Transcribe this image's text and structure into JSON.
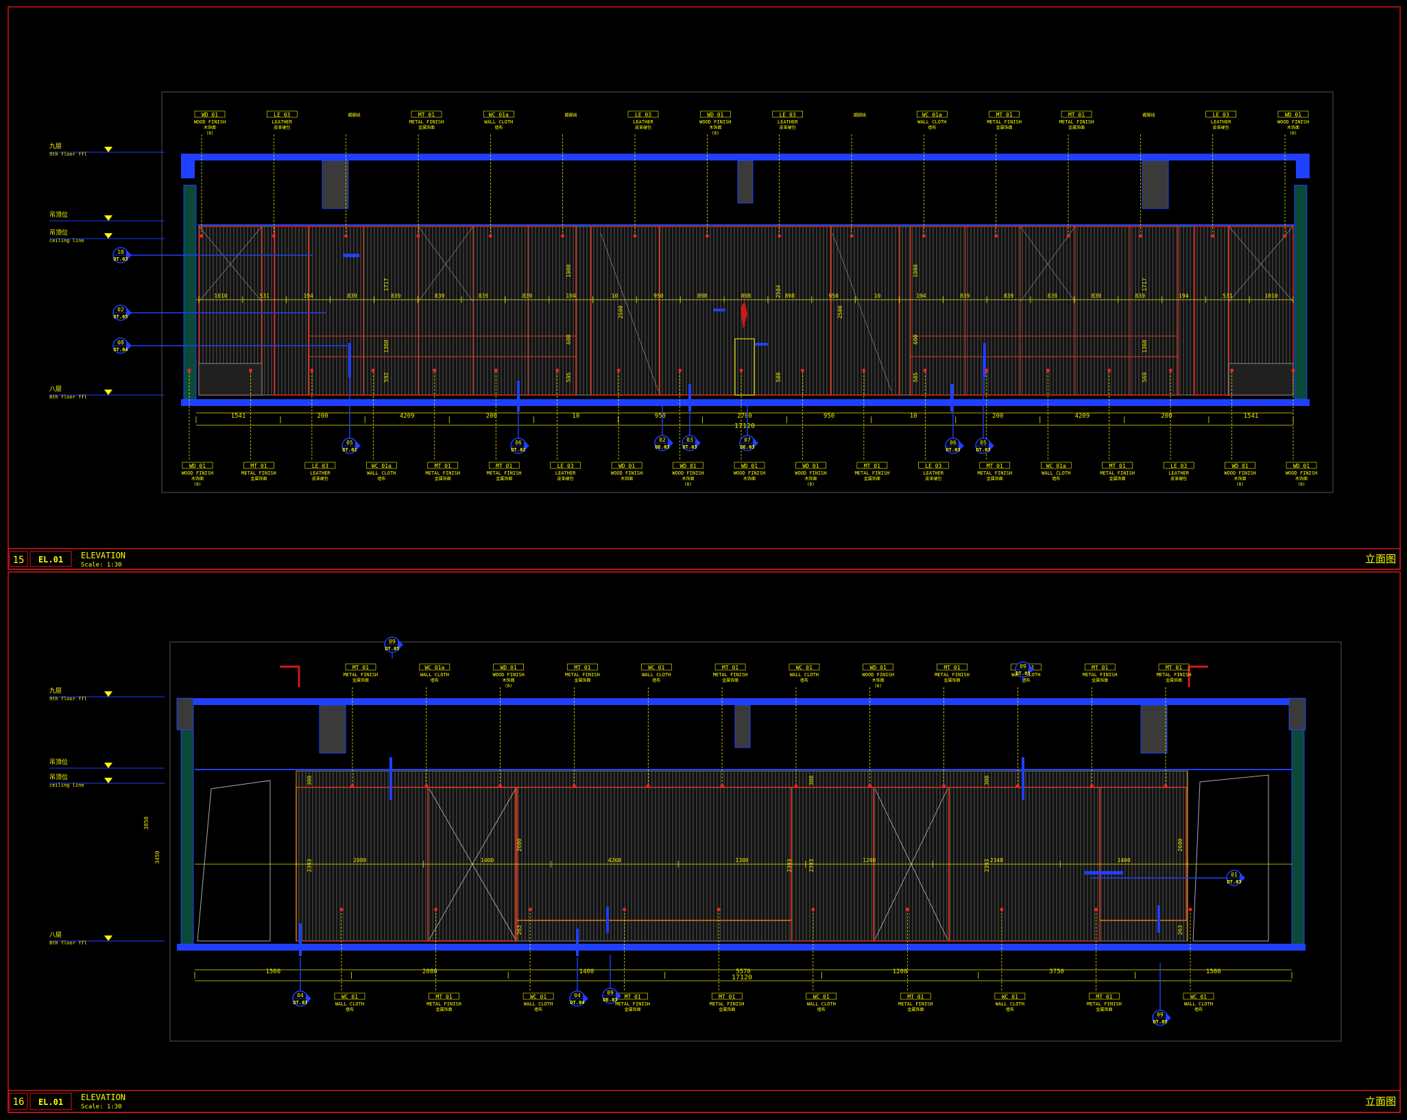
{
  "colors": {
    "background": "#000000",
    "frame": "#d01818",
    "wall": "#2040ff",
    "dimension": "#e8e800",
    "callout": "#ffff00",
    "panel": "#e03a1a",
    "hatch": "#7a7a7a",
    "column": "#3a3a3a",
    "white_line": "#d8d8d8",
    "green": "#0b4a3a"
  },
  "drawing1": {
    "number": "15",
    "code": "EL.01",
    "title": "ELEVATION",
    "scale": "Scale: 1:30",
    "title_cn": "立面图",
    "levels": [
      {
        "cn": "九层",
        "en": "9th floor ffl"
      },
      {
        "cn": "吊顶位",
        "en": ""
      },
      {
        "cn": "吊顶位",
        "en": "ceiling line"
      },
      {
        "cn": "八层",
        "en": "8th floor ffl"
      }
    ],
    "top_tags": [
      {
        "code": "WD 01",
        "name": "WOOD FINISH",
        "note": "木饰面",
        "sub": "(B)"
      },
      {
        "code": "LE 03",
        "name": "LEATHER",
        "note": "皮革硬包",
        "sub": ""
      },
      {
        "code": "",
        "name": "",
        "note": "踢脚线",
        "sub": ""
      },
      {
        "code": "MT 01",
        "name": "METAL FINISH",
        "note": "金属饰面",
        "sub": ""
      },
      {
        "code": "WC 01a",
        "name": "WALL CLOTH",
        "note": "墙布",
        "sub": ""
      },
      {
        "code": "",
        "name": "",
        "note": "踢脚线",
        "sub": ""
      },
      {
        "code": "LE 03",
        "name": "LEATHER",
        "note": "皮革硬包",
        "sub": ""
      },
      {
        "code": "WD 01",
        "name": "WOOD FINISH",
        "note": "木饰面",
        "sub": "(B)"
      },
      {
        "code": "LE 03",
        "name": "LEATHER",
        "note": "皮革硬包",
        "sub": ""
      },
      {
        "code": "",
        "name": "",
        "note": "踢脚线",
        "sub": ""
      },
      {
        "code": "WC 01a",
        "name": "WALL CLOTH",
        "note": "墙布",
        "sub": ""
      },
      {
        "code": "MT 01",
        "name": "METAL FINISH",
        "note": "金属饰面",
        "sub": ""
      },
      {
        "code": "MT 01",
        "name": "METAL FINISH",
        "note": "金属饰面",
        "sub": ""
      },
      {
        "code": "",
        "name": "",
        "note": "踢脚线",
        "sub": ""
      },
      {
        "code": "LE 03",
        "name": "LEATHER",
        "note": "皮革硬包",
        "sub": ""
      },
      {
        "code": "WD 01",
        "name": "WOOD FINISH",
        "note": "木饰面",
        "sub": "(B)"
      }
    ],
    "bottom_tags": [
      {
        "code": "WD 01",
        "name": "WOOD FINISH",
        "note": "木饰面",
        "sub": "(B)"
      },
      {
        "code": "MT 01",
        "name": "METAL FINISH",
        "note": "金属饰面",
        "sub": ""
      },
      {
        "code": "LE 03",
        "name": "LEATHER",
        "note": "皮革硬包",
        "sub": ""
      },
      {
        "code": "WC 01a",
        "name": "WALL CLOTH",
        "note": "墙布",
        "sub": ""
      },
      {
        "code": "MT 01",
        "name": "METAL FINISH",
        "note": "金属饰面",
        "sub": ""
      },
      {
        "code": "MT 01",
        "name": "METAL FINISH",
        "note": "金属饰面",
        "sub": ""
      },
      {
        "code": "LE 03",
        "name": "LEATHER",
        "note": "皮革硬包",
        "sub": ""
      },
      {
        "code": "WD 01",
        "name": "WOOD FINISH",
        "note": "木饰面",
        "sub": ""
      },
      {
        "code": "WD 01",
        "name": "WOOD FINISH",
        "note": "木饰面",
        "sub": "(B)"
      },
      {
        "code": "WD 01",
        "name": "WOOD FINISH",
        "note": "木饰面",
        "sub": ""
      },
      {
        "code": "WD 01",
        "name": "WOOD FINISH",
        "note": "木饰面",
        "sub": "(B)"
      },
      {
        "code": "MT 01",
        "name": "METAL FINISH",
        "note": "金属饰面",
        "sub": ""
      },
      {
        "code": "LE 03",
        "name": "LEATHER",
        "note": "皮革硬包",
        "sub": ""
      },
      {
        "code": "MT 01",
        "name": "METAL FINISH",
        "note": "金属饰面",
        "sub": ""
      },
      {
        "code": "WC 01a",
        "name": "WALL CLOTH",
        "note": "墙布",
        "sub": ""
      },
      {
        "code": "MT 01",
        "name": "METAL FINISH",
        "note": "金属饰面",
        "sub": ""
      },
      {
        "code": "LE 03",
        "name": "LEATHER",
        "note": "皮革硬包",
        "sub": ""
      },
      {
        "code": "WD 01",
        "name": "WOOD FINISH",
        "note": "木饰面",
        "sub": "(B)"
      },
      {
        "code": "WD 01",
        "name": "WOOD FINISH",
        "note": "木饰面",
        "sub": "(B)"
      }
    ],
    "section_marks": [
      {
        "num": "10",
        "ref": "DT.03"
      },
      {
        "num": "02",
        "ref": "DT.05"
      },
      {
        "num": "08",
        "ref": "DT.04"
      },
      {
        "num": "05",
        "ref": "DT.02"
      },
      {
        "num": "06",
        "ref": "DT.02"
      },
      {
        "num": "02",
        "ref": "DE.03"
      },
      {
        "num": "03",
        "ref": "DT.03"
      },
      {
        "num": "07",
        "ref": "DE.03"
      },
      {
        "num": "06",
        "ref": "DT.03"
      },
      {
        "num": "05",
        "ref": "DT.03"
      }
    ],
    "dims_bottom": [
      "1541",
      "200",
      "4209",
      "200",
      "10",
      "950",
      "2700",
      "950",
      "10",
      "200",
      "4209",
      "200",
      "1541"
    ],
    "dims_total": "17120",
    "dims_inner": [
      "1010",
      "531",
      "194",
      "839",
      "839",
      "839",
      "839",
      "839",
      "194",
      "10",
      "950",
      "898",
      "898",
      "898",
      "950",
      "10",
      "194",
      "839",
      "839",
      "839",
      "839",
      "839",
      "194",
      "531",
      "1010"
    ],
    "dims_vertical": [
      "1717",
      "1900",
      "2500",
      "2504",
      "2500",
      "1900",
      "1717",
      "1360",
      "1360",
      "600",
      "600",
      "595",
      "585",
      "580",
      "592",
      "569"
    ]
  },
  "drawing2": {
    "number": "16",
    "code": "EL.01",
    "title": "ELEVATION",
    "scale": "Scale: 1:30",
    "title_cn": "立面图",
    "levels": [
      {
        "cn": "九层",
        "en": "9th floor ffl"
      },
      {
        "cn": "吊顶位",
        "en": ""
      },
      {
        "cn": "吊顶位",
        "en": "ceiling line"
      },
      {
        "cn": "八层",
        "en": "8th floor ffl"
      }
    ],
    "top_tags": [
      {
        "code": "MT 01",
        "name": "METAL FINISH",
        "note": "金属饰面",
        "sub": ""
      },
      {
        "code": "WC 01a",
        "name": "WALL CLOTH",
        "note": "墙布",
        "sub": ""
      },
      {
        "code": "WD 01",
        "name": "WOOD FINISH",
        "note": "木饰面",
        "sub": "(B)"
      },
      {
        "code": "MT 01",
        "name": "METAL FINISH",
        "note": "金属饰面",
        "sub": ""
      },
      {
        "code": "WC 01",
        "name": "WALL CLOTH",
        "note": "墙布",
        "sub": ""
      },
      {
        "code": "MT 01",
        "name": "METAL FINISH",
        "note": "金属饰面",
        "sub": ""
      },
      {
        "code": "WC 01",
        "name": "WALL CLOTH",
        "note": "墙布",
        "sub": ""
      },
      {
        "code": "WD 01",
        "name": "WOOD FINISH",
        "note": "木饰面",
        "sub": "(B)"
      },
      {
        "code": "MT 01",
        "name": "METAL FINISH",
        "note": "金属饰面",
        "sub": ""
      },
      {
        "code": "WC 01",
        "name": "WALL CLOTH",
        "note": "墙布",
        "sub": ""
      },
      {
        "code": "MT 01",
        "name": "METAL FINISH",
        "note": "金属饰面",
        "sub": ""
      },
      {
        "code": "MT 01",
        "name": "METAL FINISH",
        "note": "金属饰面",
        "sub": ""
      }
    ],
    "bottom_tags": [
      {
        "code": "WC 01",
        "name": "WALL CLOTH",
        "note": "墙布",
        "sub": ""
      },
      {
        "code": "MT 01",
        "name": "METAL FINISH",
        "note": "金属饰面",
        "sub": ""
      },
      {
        "code": "WC 01",
        "name": "WALL CLOTH",
        "note": "墙布",
        "sub": ""
      },
      {
        "code": "MT 01",
        "name": "METAL FINISH",
        "note": "金属饰面",
        "sub": ""
      },
      {
        "code": "MT 01",
        "name": "METAL FINISH",
        "note": "金属饰面",
        "sub": ""
      },
      {
        "code": "WC 01",
        "name": "WALL CLOTH",
        "note": "墙布",
        "sub": ""
      },
      {
        "code": "MT 01",
        "name": "METAL FINISH",
        "note": "金属饰面",
        "sub": ""
      },
      {
        "code": "WC 01",
        "name": "WALL CLOTH",
        "note": "墙布",
        "sub": ""
      },
      {
        "code": "MT 01",
        "name": "METAL FINISH",
        "note": "金属饰面",
        "sub": ""
      },
      {
        "code": "WC 01",
        "name": "WALL CLOTH",
        "note": "墙布",
        "sub": ""
      }
    ],
    "section_marks": [
      {
        "num": "09",
        "ref": "DT.05"
      },
      {
        "num": "09",
        "ref": "DT.05"
      },
      {
        "num": "01",
        "ref": "DT.03"
      },
      {
        "num": "04",
        "ref": "DT.03"
      },
      {
        "num": "04",
        "ref": "DT.04"
      },
      {
        "num": "09",
        "ref": "DE.03"
      },
      {
        "num": "09",
        "ref": "DT.05"
      }
    ],
    "dims_bottom": [
      "1560",
      "2080",
      "1400",
      "5570",
      "1200",
      "3750",
      "1560"
    ],
    "dims_total": "17120",
    "dims_inner": [
      "2080",
      "1400",
      "4268",
      "1300",
      "1200",
      "2348",
      "1400"
    ],
    "dims_vertical": [
      "300",
      "2393",
      "2393",
      "2393",
      "2393",
      "300",
      "300",
      "2600",
      "2600",
      "263",
      "263",
      "3850",
      "3450"
    ]
  }
}
